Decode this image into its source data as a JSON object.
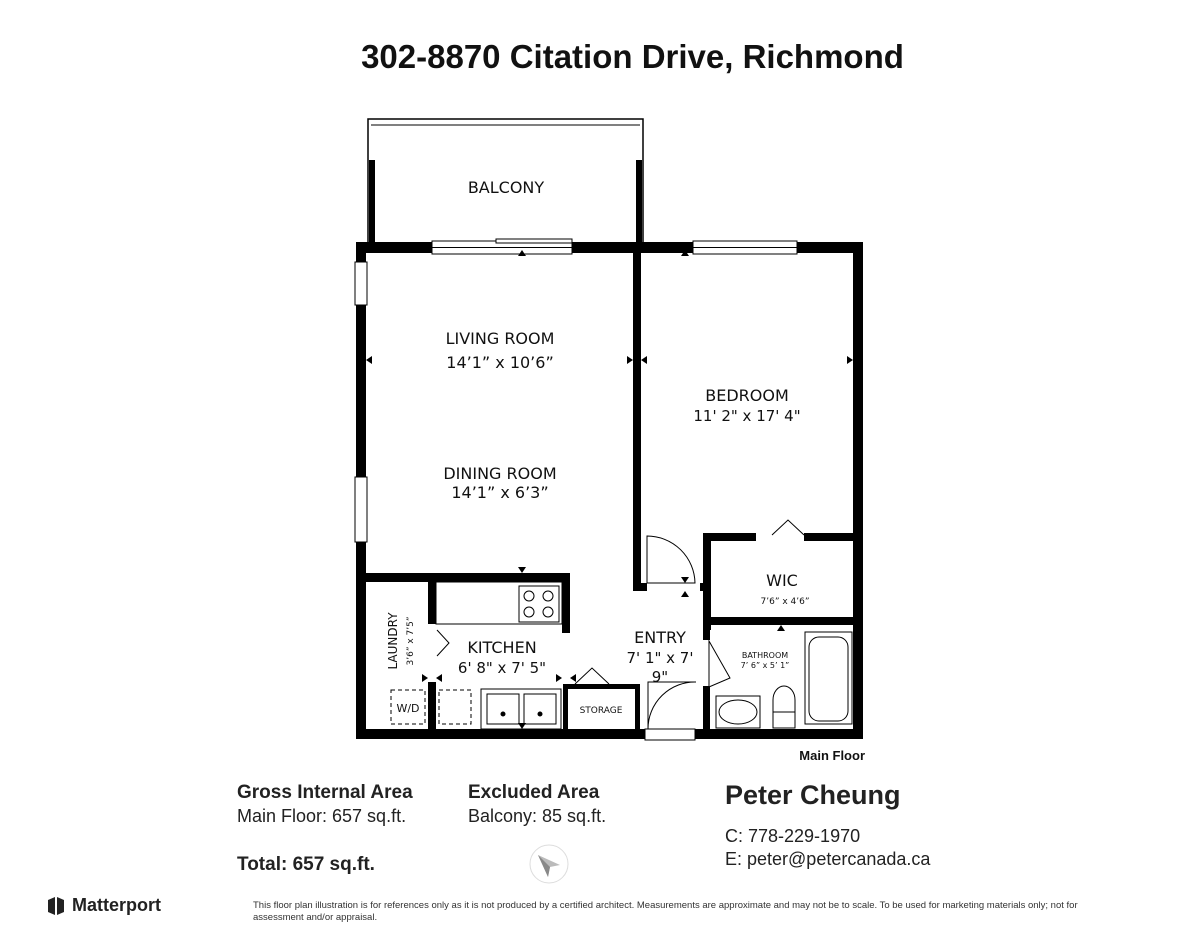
{
  "title": "302-8870 Citation Drive, Richmond",
  "rooms": {
    "balcony": {
      "name": "BALCONY"
    },
    "living": {
      "name": "LIVING ROOM",
      "dims": "14’1” x 10’6”"
    },
    "dining": {
      "name": "DINING ROOM",
      "dims": "14’1” x 6’3”"
    },
    "bedroom": {
      "name": "BEDROOM",
      "dims": "11' 2\" x 17' 4\""
    },
    "wic": {
      "name": "WIC",
      "dims": "7’6” x 4’6”"
    },
    "laundry": {
      "name": "LAUNDRY",
      "dims": "3’6” x 7’5”",
      "appliance": "W/D"
    },
    "kitchen": {
      "name": "KITCHEN",
      "dims": "6' 8\" x 7' 5\""
    },
    "entry": {
      "name": "ENTRY",
      "dims_line1": "7' 1\" x 7'",
      "dims_line2": "9\""
    },
    "bathroom": {
      "name": "BATHROOM",
      "dims": "7’ 6” x 5’ 1”"
    },
    "storage": {
      "name": "STORAGE"
    }
  },
  "floor_label": "Main Floor",
  "areas": {
    "gross_heading": "Gross Internal Area",
    "gross_main": "Main Floor: 657 sq.ft.",
    "excluded_heading": "Excluded Area",
    "excluded_balcony": "Balcony: 85 sq.ft.",
    "total": "Total: 657 sq.ft."
  },
  "agent": {
    "name": "Peter Cheung",
    "phone": "C: 778-229-1970",
    "email": "E: peter@petercanada.ca"
  },
  "brand": "Matterport",
  "disclaimer": "This floor plan illustration is for references only as it is not produced by a certified architect. Measurements are approximate and may not be to scale. To be used for marketing materials only; not for assessment and/or appraisal.",
  "colors": {
    "wall": "#000000",
    "text": "#111111"
  }
}
